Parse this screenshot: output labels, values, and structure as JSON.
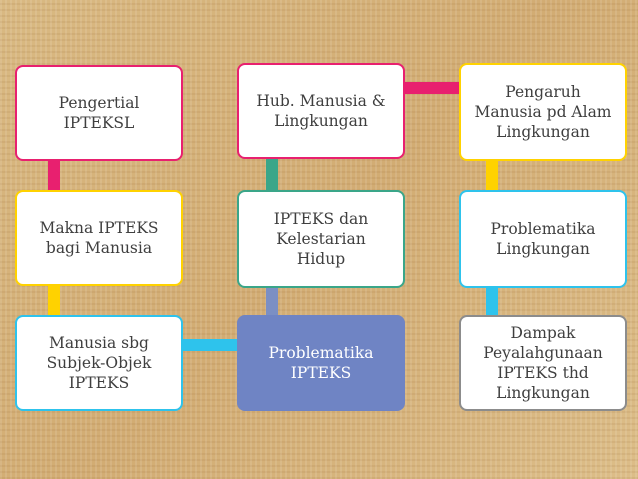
{
  "colors": {
    "pink": "#e8206f",
    "yellow": "#ffd200",
    "cyan": "#2ec3ec",
    "teal": "#3aa689",
    "slate": "#7b8fc4",
    "highlight_fill": "#6f84c4",
    "grey": "#8c8c8c"
  },
  "boxes": {
    "pengertian": "Pengertial\nIPTEKSL",
    "makna": "Makna IPTEKS\nbagi Manusia",
    "manusia_sbg": "Manusia sbg\nSubjek-Objek\nIPTEKS",
    "hub_manusia": "Hub. Manusia &\nLingkungan",
    "kelestarian": "IPTEKS dan\nKelestarian\nHidup",
    "problematika_ipteks": "Problematika\nIPTEKS",
    "pengaruh": "Pengaruh\nManusia pd Alam\nLingkungan",
    "problematika_lingkungan": "Problematika\nLingkungan",
    "dampak": "Dampak\nPeyalahgunaan\nIPTEKS thd\nLingkungan"
  }
}
